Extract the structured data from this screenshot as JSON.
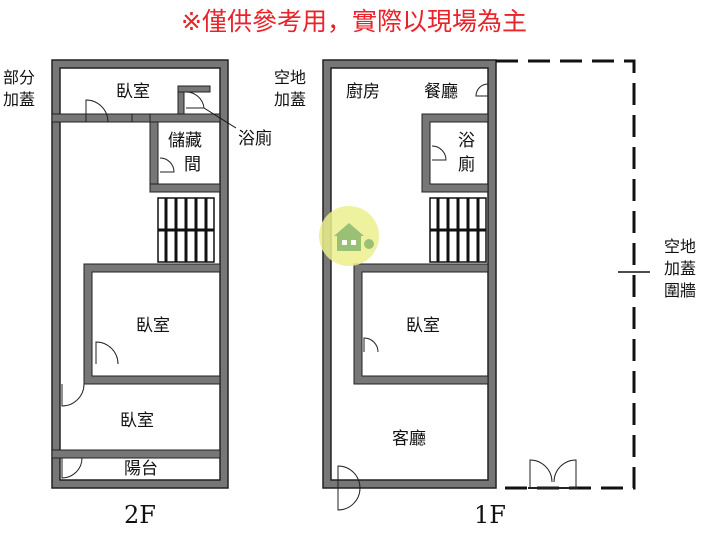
{
  "disclaimer": "※僅供參考用，實際以現場為主",
  "colors": {
    "disclaimer": "#e8232a",
    "wall": "#6b6b6b",
    "wall_outline": "#222222",
    "watermark": "#e9ee8a",
    "watermark_house": "#7fae57"
  },
  "floor2": {
    "caption": "2F",
    "partial_addition": [
      "部分",
      "加蓋"
    ],
    "rooms": {
      "bedroom_top": "臥室",
      "storage": [
        "儲藏",
        "間"
      ],
      "bathroom_callout": "浴廁",
      "bedroom_middle": "臥室",
      "bedroom_bottom": "臥室",
      "balcony": "陽台"
    }
  },
  "floor1": {
    "caption": "1F",
    "vacant_addition": [
      "空地",
      "加蓋"
    ],
    "rooms": {
      "kitchen": "廚房",
      "dining": "餐廳",
      "bathroom": [
        "浴",
        "廁"
      ],
      "bedroom": "臥室",
      "living": "客廳"
    },
    "side_wall_label": [
      "空地",
      "加蓋",
      "圍牆"
    ]
  }
}
